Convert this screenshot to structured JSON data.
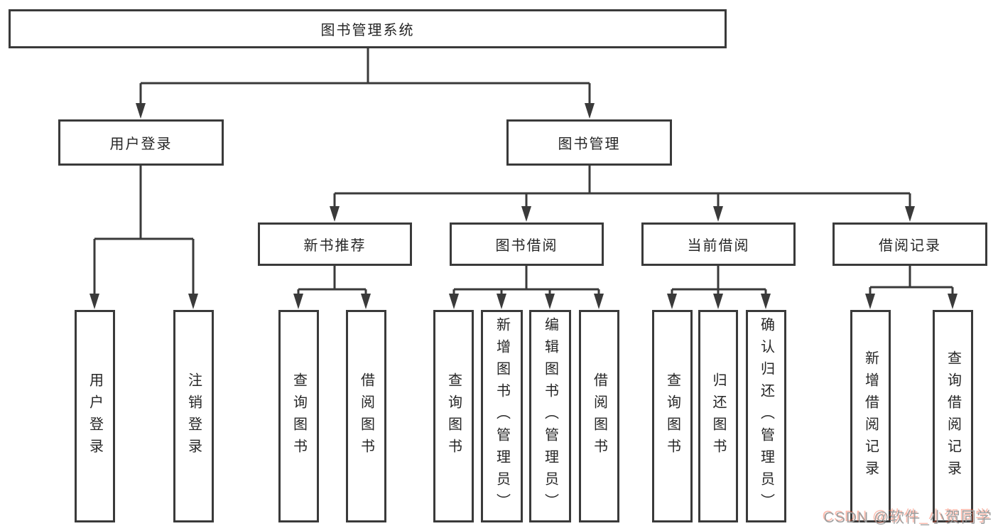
{
  "tree": {
    "root": {
      "label": "图书管理系统"
    },
    "level2": [
      {
        "id": "user-login",
        "label": "用户登录",
        "children": [
          {
            "label": "用户登录"
          },
          {
            "label": "注销登录"
          }
        ]
      },
      {
        "id": "book-mgmt",
        "label": "图书管理",
        "children": [
          {
            "id": "new-book-rec",
            "label": "新书推荐",
            "children": [
              {
                "label": "查询图书"
              },
              {
                "label": "借阅图书"
              }
            ]
          },
          {
            "id": "book-borrow",
            "label": "图书借阅",
            "children": [
              {
                "label": "查询图书"
              },
              {
                "label": "新增图书（管理员）"
              },
              {
                "label": "编辑图书（管理员）"
              },
              {
                "label": "借阅图书"
              }
            ]
          },
          {
            "id": "current-borrow",
            "label": "当前借阅",
            "children": [
              {
                "label": "查询图书"
              },
              {
                "label": "归还图书"
              },
              {
                "label": "确认归还（管理员）"
              }
            ]
          },
          {
            "id": "borrow-records",
            "label": "借阅记录",
            "children": [
              {
                "label": "新增借阅记录"
              },
              {
                "label": "查询借阅记录"
              }
            ]
          }
        ]
      }
    ]
  },
  "watermark": {
    "text": "CSDN @软件_小贺同学"
  },
  "colors": {
    "line": "#3a3a3a",
    "box_fill": "#ffffff",
    "text": "#262626",
    "watermark_gray": "#9e9e9e",
    "watermark_red": "#fc5531"
  }
}
